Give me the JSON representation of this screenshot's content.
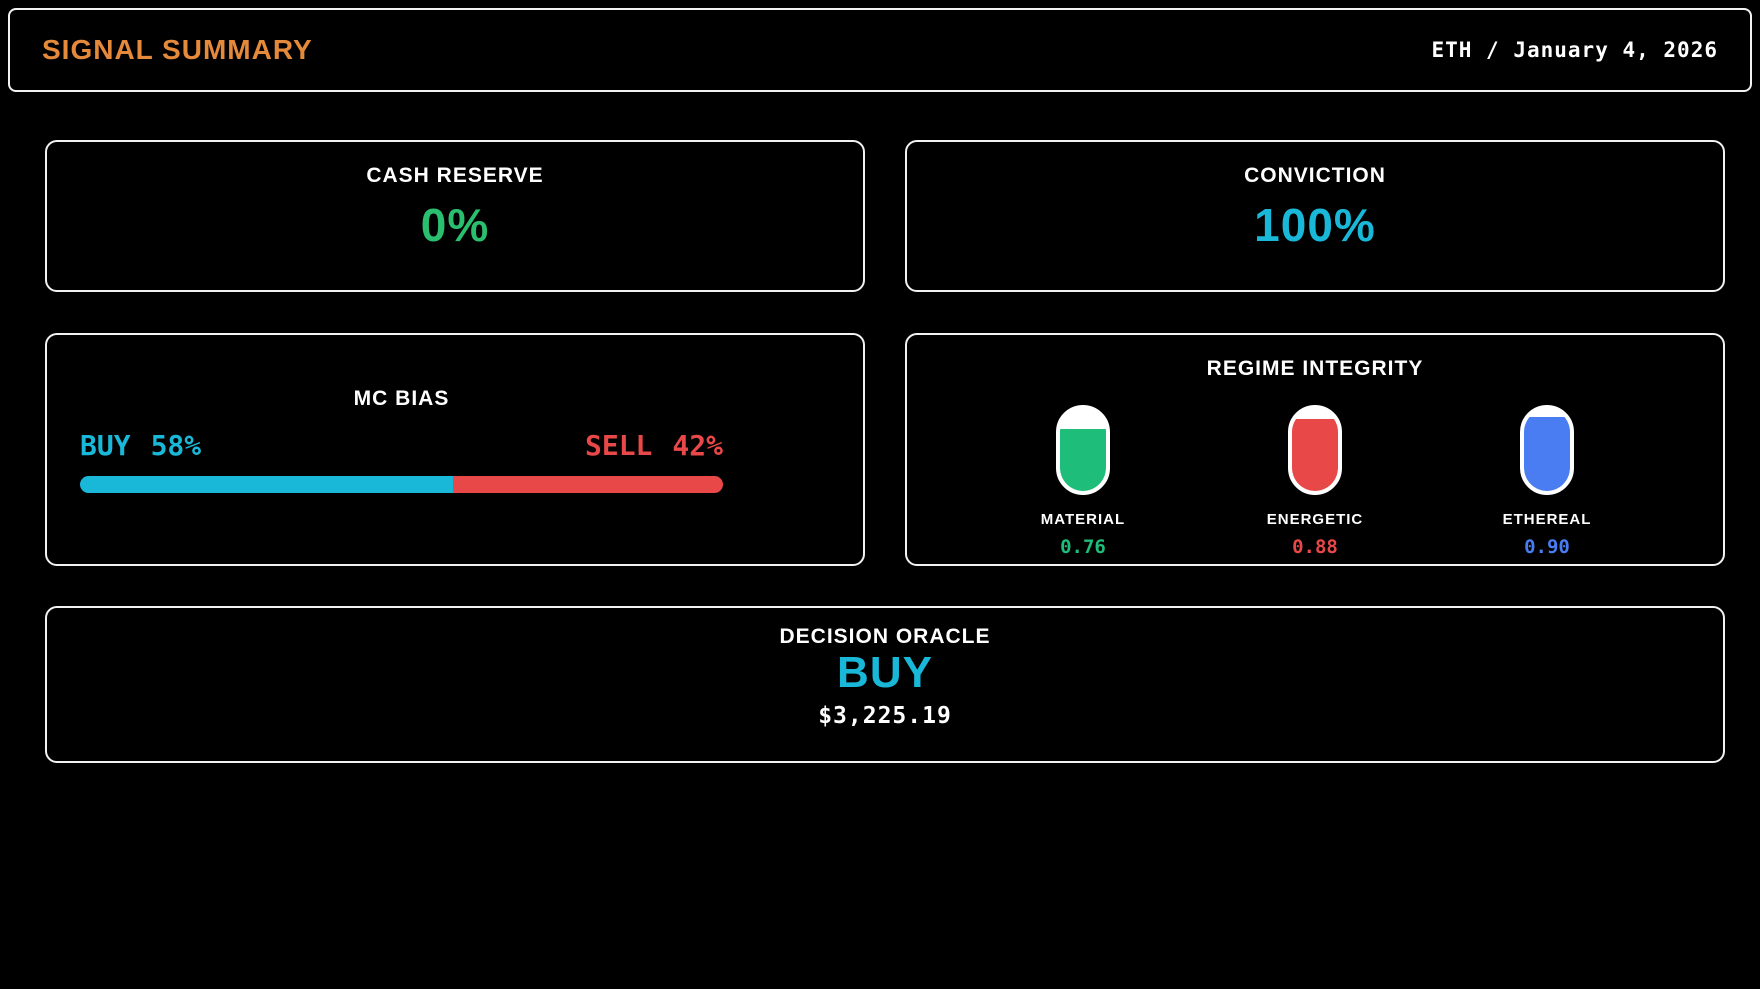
{
  "header": {
    "title": "SIGNAL SUMMARY",
    "asset_date": "ETH / January 4, 2026"
  },
  "cards": {
    "cash_reserve": {
      "label": "CASH RESERVE",
      "value": "0%"
    },
    "conviction": {
      "label": "CONVICTION",
      "value": "100%"
    },
    "mc_bias": {
      "label": "MC BIAS",
      "buy_label": "BUY",
      "buy_value": "58%",
      "buy_pct": 58,
      "sell_label": "SELL",
      "sell_value": "42%",
      "sell_pct": 42
    },
    "regime_integrity": {
      "label": "REGIME INTEGRITY",
      "gauges": [
        {
          "name": "MATERIAL",
          "value": "0.76",
          "fill_pct": 76,
          "color": "#1fbd7a"
        },
        {
          "name": "ENERGETIC",
          "value": "0.88",
          "fill_pct": 88,
          "color": "#e84848"
        },
        {
          "name": "ETHEREAL",
          "value": "0.90",
          "fill_pct": 90,
          "color": "#4a7df2"
        }
      ]
    },
    "decision_oracle": {
      "label": "DECISION ORACLE",
      "action": "BUY",
      "price": "$3,225.19"
    }
  },
  "colors": {
    "accent_orange": "#e5893b",
    "positive_green": "#2abf6f",
    "signal_cyan": "#19b8d8",
    "negative_red": "#e84848",
    "ethereal_blue": "#4a7df2",
    "border_white": "#f2f2f2"
  }
}
